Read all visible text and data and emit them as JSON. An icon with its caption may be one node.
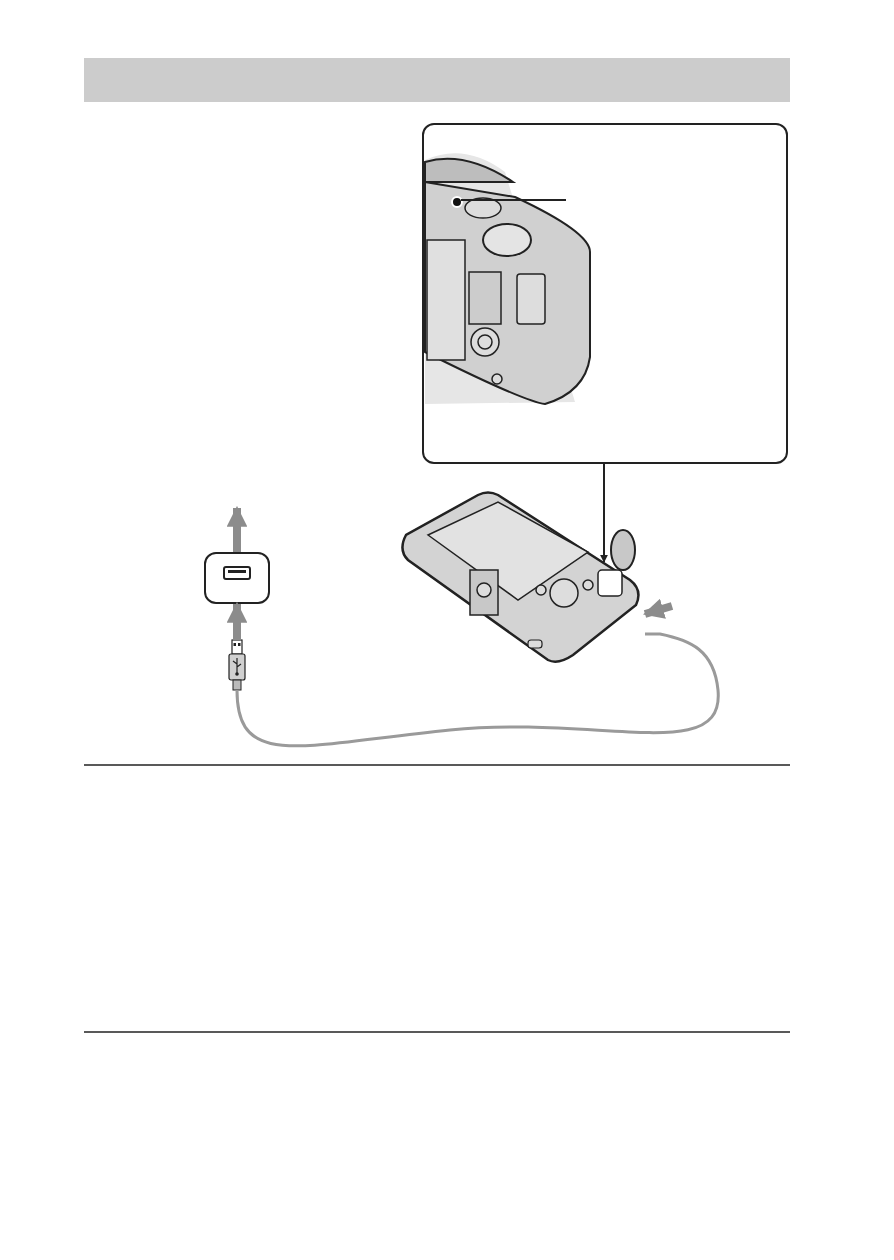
{
  "diagram": {
    "nodes": [
      {
        "text": [],
        "shape": "box"
      },
      {
        "text": [],
        "shape": "picture",
        "in": 0
      },
      {
        "text": [],
        "shape": "circle",
        "in": 1
      },
      {
        "text": [],
        "shape": "picture"
      },
      {
        "text": [],
        "shape": "box"
      },
      {
        "text": [],
        "shape": "picture"
      }
    ],
    "edges": [
      {
        "from": 0,
        "to": 3,
        "arrow": "to",
        "color": "#222222"
      },
      {
        "from": null,
        "to": 2,
        "arrow": "none",
        "color": "#222222"
      },
      {
        "from": 5,
        "to": 3,
        "arrow": "none",
        "color": "#9a9a9a"
      },
      {
        "from": 5,
        "to": 4,
        "arrow": "to",
        "style": "thick",
        "color": "#8c8c8c"
      },
      {
        "from": 4,
        "to": null,
        "arrow": "to",
        "style": "thick",
        "color": "#8c8c8c"
      },
      {
        "from": null,
        "to": 3,
        "arrow": "to",
        "style": "thick",
        "color": "#8c8c8c"
      }
    ]
  }
}
